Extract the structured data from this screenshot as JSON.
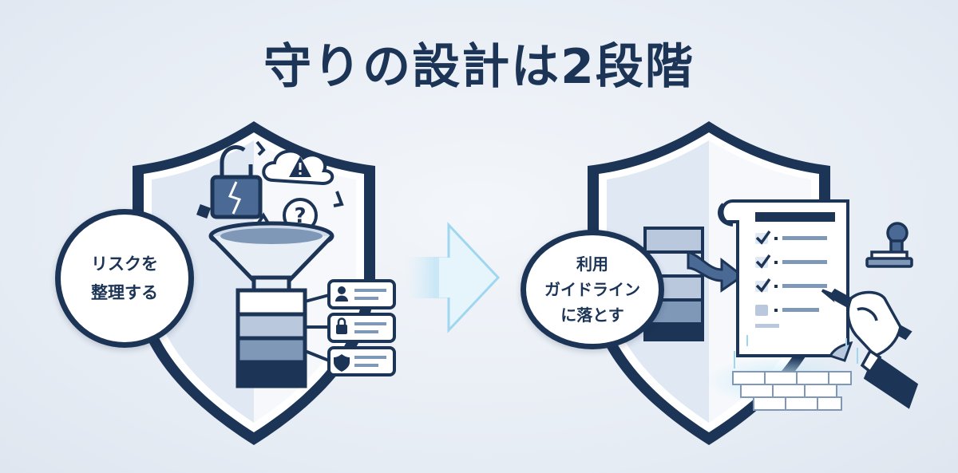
{
  "title": "守りの設計は2段階",
  "steps": [
    {
      "lines": [
        "リスクを",
        "整理する"
      ]
    },
    {
      "lines": [
        "利用",
        "ガイドライン",
        "に落とす"
      ]
    }
  ],
  "colors": {
    "navy": "#1c3456",
    "mid": "#4a6a95",
    "light": "#b9c8dc",
    "bg": "#e9eef5",
    "glow": "#9fd6f0"
  },
  "icons": [
    "shield-icon",
    "broken-lock-icon",
    "warning-cloud-icon",
    "question-bubble-icon",
    "warning-triangle-icon",
    "funnel-icon",
    "stack-icon",
    "user-card-icon",
    "lock-card-icon",
    "shield-card-icon",
    "arrow-right-icon",
    "document-icon",
    "checklist-icon",
    "stamp-icon",
    "pen-hand-icon",
    "brick-wall-icon"
  ]
}
